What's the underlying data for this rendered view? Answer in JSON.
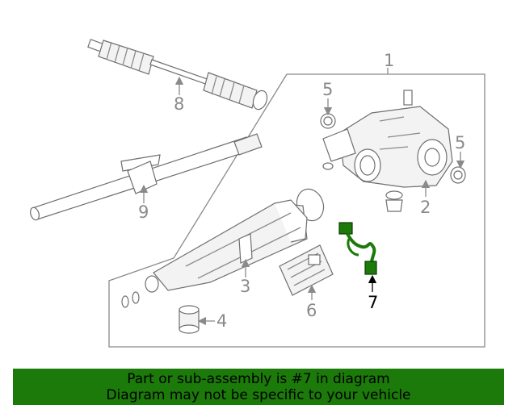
{
  "callouts": {
    "c1": "1",
    "c2": "2",
    "c3": "3",
    "c4": "4",
    "c5a": "5",
    "c5b": "5",
    "c6": "6",
    "c7": "7",
    "c8": "8",
    "c9": "9"
  },
  "highlight_color": "#1b7a09",
  "banner": {
    "line1": "Part or sub-assembly is #7 in diagram",
    "line2": "Diagram may not be specific to your vehicle"
  }
}
